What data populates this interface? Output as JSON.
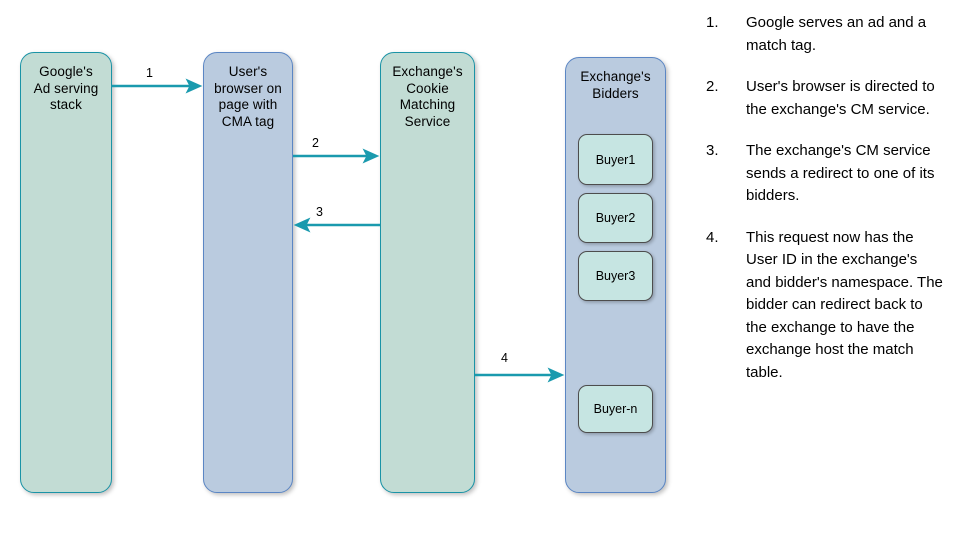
{
  "diagram": {
    "lanes": [
      {
        "id": "google",
        "label": "Google's\nAd serving\nstack",
        "fill": "#c2dcd4",
        "stroke": "#1a93a6"
      },
      {
        "id": "browser",
        "label": "User's\nbrowser on\npage with\nCMA tag",
        "fill": "#bacbdf",
        "stroke": "#5b86c4"
      },
      {
        "id": "cms",
        "label": "Exchange's\nCookie\nMatching\nService",
        "fill": "#c2dcd4",
        "stroke": "#1a93a6"
      },
      {
        "id": "bidders",
        "label": "Exchange's\nBidders",
        "fill": "#bacbdf",
        "stroke": "#5b86c4"
      }
    ],
    "buyers": [
      {
        "label": "Buyer1"
      },
      {
        "label": "Buyer2"
      },
      {
        "label": "Buyer3"
      },
      {
        "label": "Buyer-n"
      }
    ],
    "arrows": [
      {
        "label": "1",
        "direction": "right",
        "from": "google",
        "to": "browser"
      },
      {
        "label": "2",
        "direction": "right",
        "from": "browser",
        "to": "cms"
      },
      {
        "label": "3",
        "direction": "left",
        "from": "cms",
        "to": "browser"
      },
      {
        "label": "4",
        "direction": "right",
        "from": "cms",
        "to": "bidders"
      }
    ],
    "arrow_color": "#1a9aae",
    "buyer_fill": "#c6e5e2",
    "buyer_stroke": "#4d4d4d"
  },
  "notes": [
    {
      "number": "1.",
      "text": "Google serves an ad and a match tag."
    },
    {
      "number": "2.",
      "text": "User's browser is directed to the exchange's CM service."
    },
    {
      "number": "3.",
      "text": "The exchange's CM service sends a redirect to one of its bidders."
    },
    {
      "number": "4.",
      "text": "This request now has the User ID in the exchange's and bidder's namespace. The bidder can redirect back to the exchange to have the exchange host the match table."
    }
  ]
}
